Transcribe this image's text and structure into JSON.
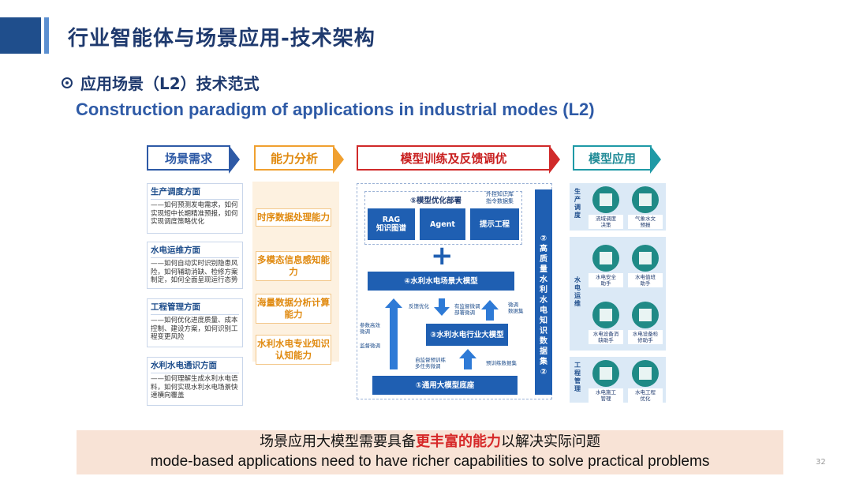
{
  "header": {
    "title": "行业智能体与场景应用-技术架构",
    "subtitle_zh": "应用场景（L2）技术范式",
    "subtitle_en": "Construction paradigm of applications in industrial modes (L2)"
  },
  "stages": [
    "场景需求",
    "能力分析",
    "模型训练及反馈调优",
    "模型应用"
  ],
  "demands": [
    {
      "title": "生产调度方面",
      "body": "——如何预测发电需求，如何实现短中长期精准预报，如何实现调度策略优化"
    },
    {
      "title": "水电运维方面",
      "body": "——如何自动实时识别隐患风险，如何辅助消缺、检修方案制定，如何全面呈现运行态势"
    },
    {
      "title": "工程管理方面",
      "body": "——如何优化进度质量、成本控制、建设方案，如何识别工程变更风险"
    },
    {
      "title": "水利水电通识方面",
      "body": "——如何理解生成水利水电语料，如何实现水利水电场景快速横向覆盖"
    }
  ],
  "capabilities": [
    "时序数据处理能力",
    "多模态信息感知能力",
    "海量数据分析计算能力",
    "水利水电专业知识认知能力"
  ],
  "training": {
    "opt_title": "⑤模型优化部署",
    "opt_note": "外挂知识库\n指令数据集",
    "opt_items": [
      "RAG\n知识图谱",
      "Agent",
      "提示工程"
    ],
    "scene_model": "④水利水电场景大模型",
    "industry_model": "③水利水电行业大模型",
    "base_model": "①通用大模型底座",
    "dataset": "②\n高\n质\n量\n水\n利\n水\n电\n知\n识\n数\n据\n集\n②",
    "labels": {
      "feedback": "反馈优化",
      "supervised": "有监督微调\n部署微调",
      "fine_data": "微调\n数据集",
      "param_eff": "参数高效\n微调",
      "sup_ft": "监督微调",
      "self_sup": "自监督预训练\n多任务微调",
      "pretrain": "预训练数据集"
    }
  },
  "applications": [
    {
      "side": "生\n产\n调\n度",
      "items": [
        "流域调度\n决策",
        "气象水文\n预报"
      ]
    },
    {
      "side": "水\n电\n运\n维",
      "items": [
        "水电安全\n助手",
        "水电值班\n助手",
        "水电设备消\n缺助手",
        "水电设备检\n修助手"
      ]
    },
    {
      "side": "工\n程\n管\n理",
      "items": [
        "水电施工\n管理",
        "水电工程\n优化"
      ]
    }
  ],
  "banner": {
    "zh_before": "场景应用大模型需要具备",
    "zh_highlight": "更丰富的能力",
    "zh_after": "以解决实际问题",
    "en": "mode-based applications need to have richer capabilities to solve practical problems"
  },
  "page_number": "32"
}
